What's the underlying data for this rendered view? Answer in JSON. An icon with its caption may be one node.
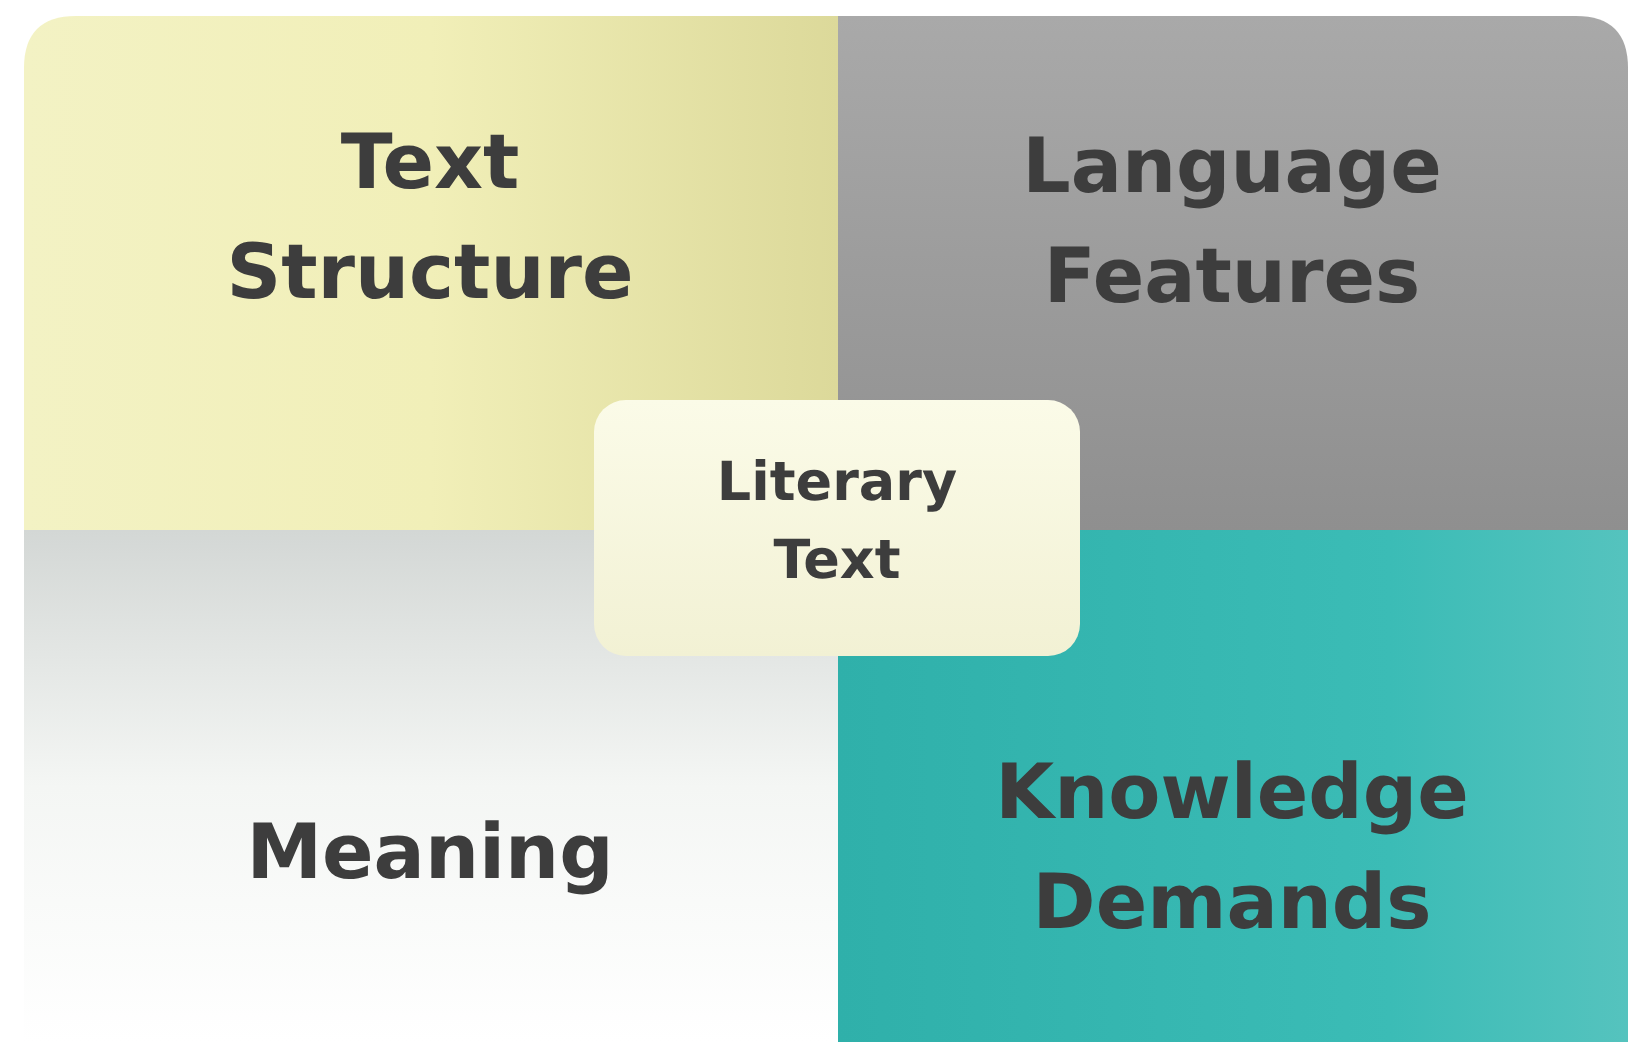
{
  "diagram": {
    "nodes": [
      {
        "text": [
          "Text Structure"
        ]
      },
      {
        "text": [
          "Language Features"
        ]
      },
      {
        "text": [
          "Meaning"
        ]
      },
      {
        "text": [
          "Knowledge Demands"
        ]
      },
      {
        "text": [
          "Literary Text"
        ]
      }
    ]
  }
}
